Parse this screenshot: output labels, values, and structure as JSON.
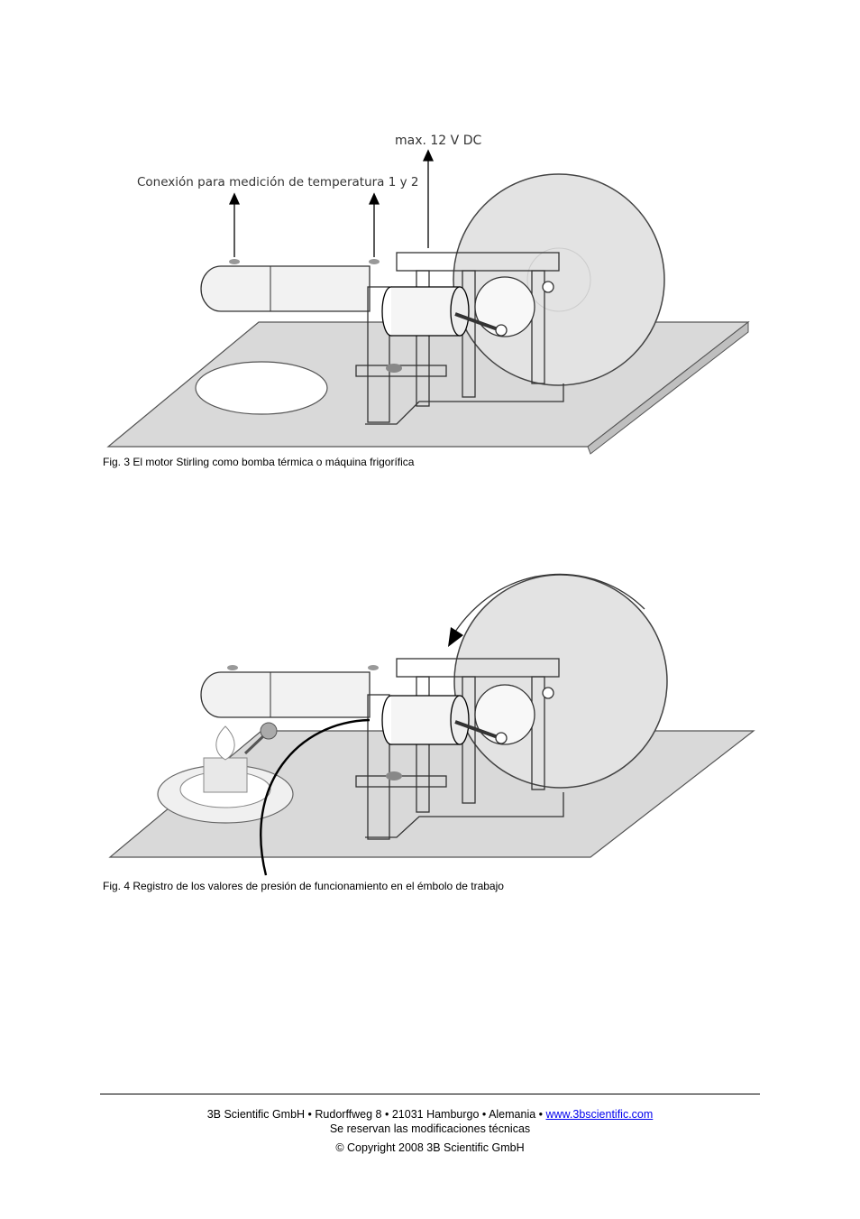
{
  "figure3": {
    "label_voltage": "max. 12 V DC",
    "label_connection": "Conexión para medición de temperatura 1 y 2",
    "caption": "Fig. 3 El motor Stirling como bomba térmica o máquina frigorífica"
  },
  "figure4": {
    "caption": "Fig. 4 Registro de los valores de presión de funcionamiento en el émbolo de trabajo"
  },
  "footer": {
    "address": "3B Scientific GmbH • Rudorffweg 8 • 21031 Hamburgo • Alemania • ",
    "website": "www.3bscientific.com",
    "notice": "Se reservan las modificaciones técnicas",
    "copyright": "© Copyright 2008 3B Scientific GmbH"
  }
}
